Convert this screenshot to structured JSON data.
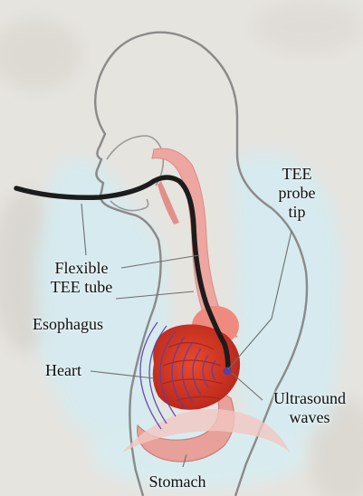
{
  "labels": {
    "probe_tip_line1": "TEE",
    "probe_tip_line2": "probe",
    "probe_tip_line3": "tip",
    "tube_line1": "Flexible",
    "tube_line2": "TEE tube",
    "esophagus": "Esophagus",
    "heart": "Heart",
    "ultrasound_line1": "Ultrasound",
    "ultrasound_line2": "waves",
    "stomach": "Stomach"
  },
  "colors": {
    "background": "#e6e4df",
    "halo": "#d6eaef",
    "body_outline": "#8a8a8a",
    "esophagus": "#eea6a0",
    "heart": "#d43622",
    "stomach": "#e8a19a",
    "tube": "#1c1c1c",
    "waves": "#5b3fa6"
  }
}
